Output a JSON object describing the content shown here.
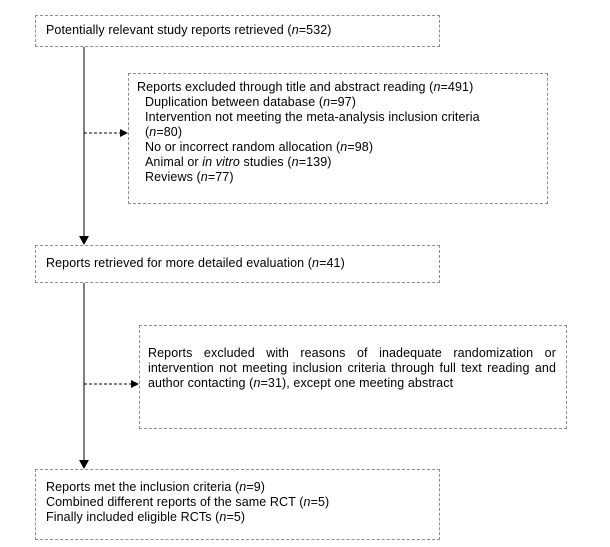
{
  "box1": {
    "pre": "Potentially relevant study reports retrieved (",
    "n_label": "n",
    "post": "=532)"
  },
  "box2": {
    "title": {
      "pre": "Reports excluded through title and abstract reading (",
      "n_label": "n",
      "post": "=491)"
    },
    "items": [
      {
        "pre": "Duplication between database (",
        "n_label": "n",
        "post": "=97)"
      },
      {
        "pre": "Intervention not meeting the meta-analysis inclusion criteria",
        "line2_pre": "(",
        "n_label": "n",
        "post": "=80)"
      },
      {
        "pre": "No or incorrect random allocation (",
        "n_label": "n",
        "post": "=98)"
      },
      {
        "pre": "Animal or ",
        "italic": "in vitro",
        "mid": " studies (",
        "n_label": "n",
        "post": "=139)"
      },
      {
        "pre": "Reviews (",
        "n_label": "n",
        "post": "=77)"
      }
    ]
  },
  "box3": {
    "pre": "Reports retrieved for more detailed evaluation (",
    "n_label": "n",
    "post": "=41)"
  },
  "box4": {
    "pre": "Reports excluded with reasons of inadequate randomization or intervention not meeting inclusion criteria through full text reading and author contacting (",
    "n_label": "n",
    "post": "=31), except one meeting abstract"
  },
  "box5": {
    "lines": [
      {
        "pre": "Reports met the inclusion criteria (",
        "n_label": "n",
        "post": "=9)"
      },
      {
        "pre": "Combined different reports of the same RCT (",
        "n_label": "n",
        "post": "=5)"
      },
      {
        "pre": "Finally included eligible RCTs (",
        "n_label": "n",
        "post": "=5)"
      }
    ]
  }
}
